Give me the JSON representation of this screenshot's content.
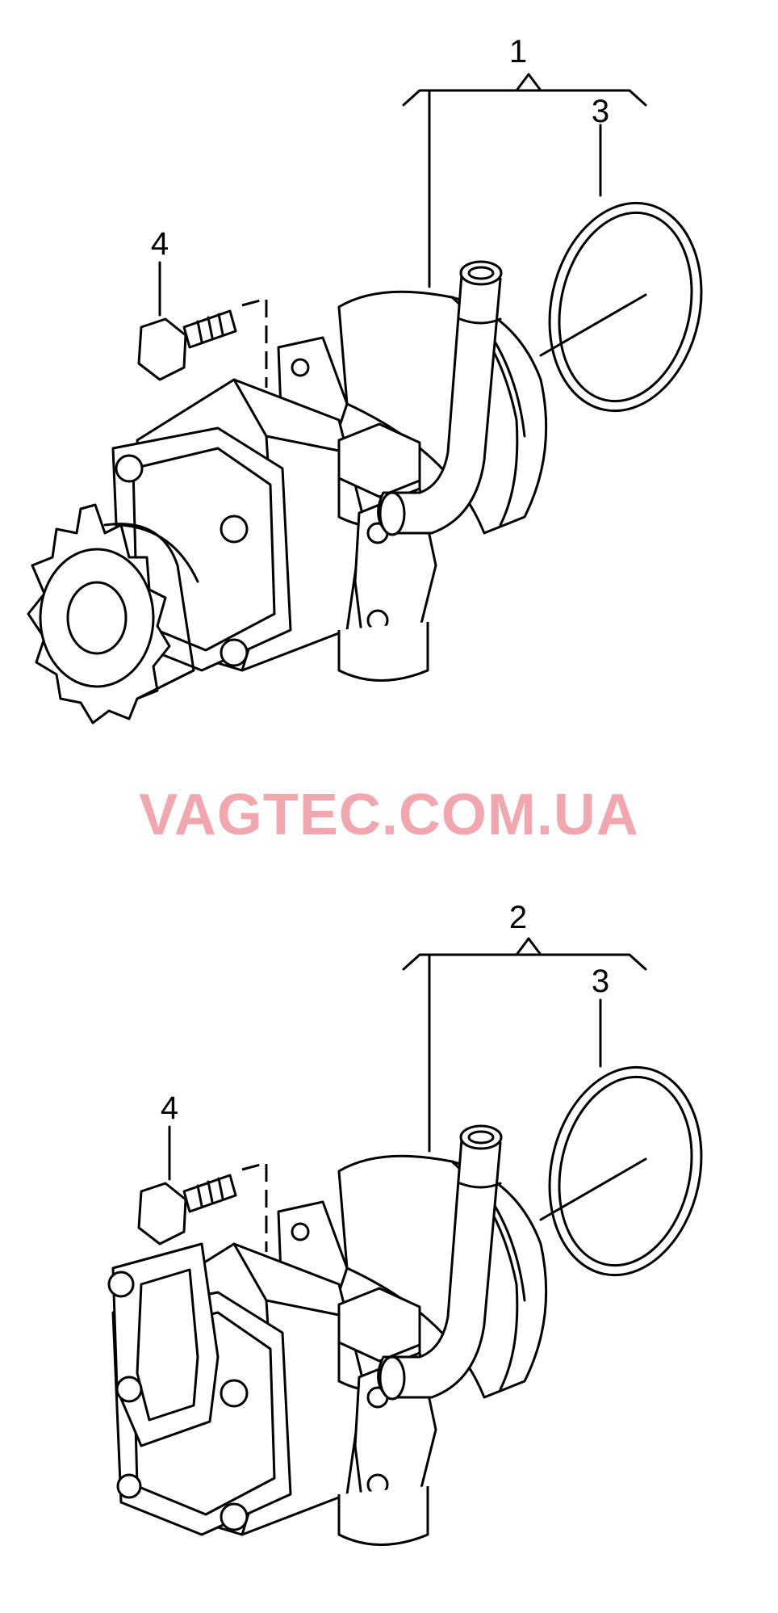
{
  "watermark": {
    "text": "VAGTEC.COM.UA",
    "color": "#f2a7ae"
  },
  "diagrams": [
    {
      "labels": {
        "assembly": "1",
        "o_ring": "3",
        "bolt": "4"
      },
      "pump_variant": "with-toothed-gear"
    },
    {
      "labels": {
        "assembly": "2",
        "o_ring": "3",
        "bolt": "4"
      },
      "pump_variant": "with-cover-plate"
    }
  ]
}
